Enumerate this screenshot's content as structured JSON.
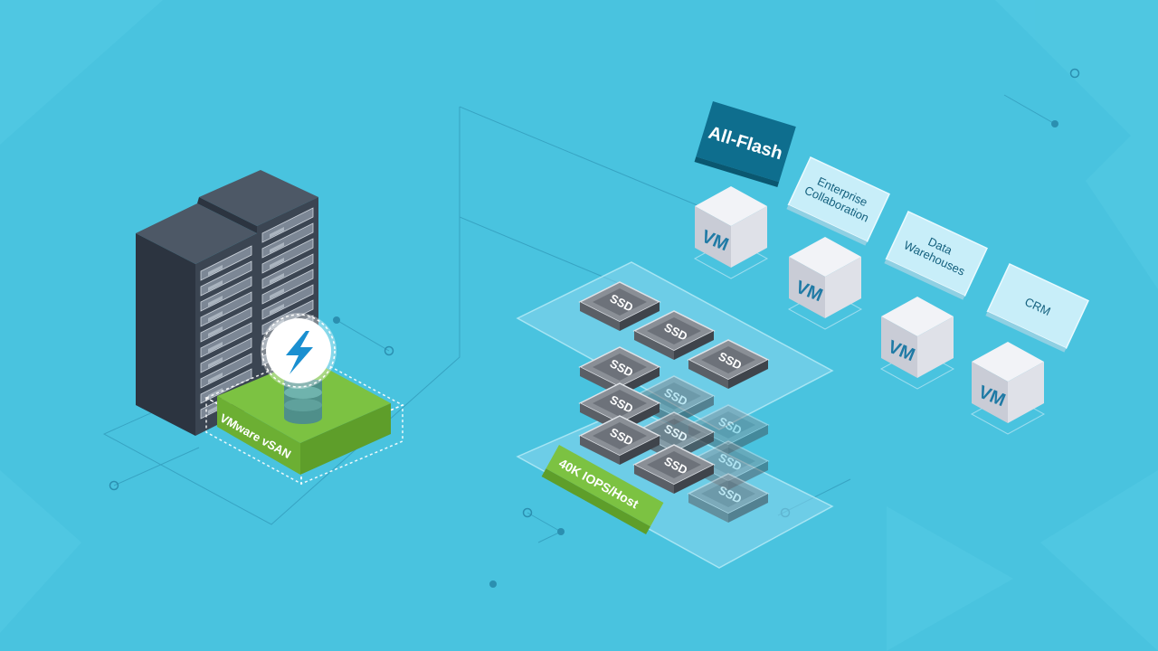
{
  "colors": {
    "background": "#49c3df",
    "background_triangle": "#52c9e3",
    "line": "#2b8fb0",
    "rack_dark": "#2c3440",
    "rack_mid": "#3b4552",
    "rack_light": "#4d5866",
    "drive_face": "#7c8795",
    "platform_green_top": "#7cc242",
    "platform_green_side": "#5e9e2a",
    "platform_green_front": "#6caf33",
    "badge_white": "#ffffff",
    "bolt_blue": "#1a8fd0",
    "cylinder": "#4f8f8a",
    "plane": "#8ad6ec",
    "ssd_top": "#8a8f96",
    "ssd_side": "#3f444b",
    "ssd_front": "#5a5f66",
    "vm_top": "#f2f3f7",
    "vm_left": "#c9ccd6",
    "vm_right": "#dfe1e8",
    "vm_text": "#1f7aa5",
    "label_dark": "#0e6e8e",
    "label_light": "#c8eef9",
    "label_text": "#14607e"
  },
  "platform": {
    "label": "VMware vSAN",
    "icon": "lightning-bolt-icon"
  },
  "ssd_stack": {
    "tier_label": "40K IOPS/Host",
    "drive_label": "SSD"
  },
  "vms": {
    "label": "VM"
  },
  "workloads": {
    "all_flash": "All-Flash",
    "items": [
      [
        "Enterprise",
        "Collaboration"
      ],
      [
        "Data",
        "Warehouses"
      ],
      [
        "CRM"
      ]
    ]
  }
}
